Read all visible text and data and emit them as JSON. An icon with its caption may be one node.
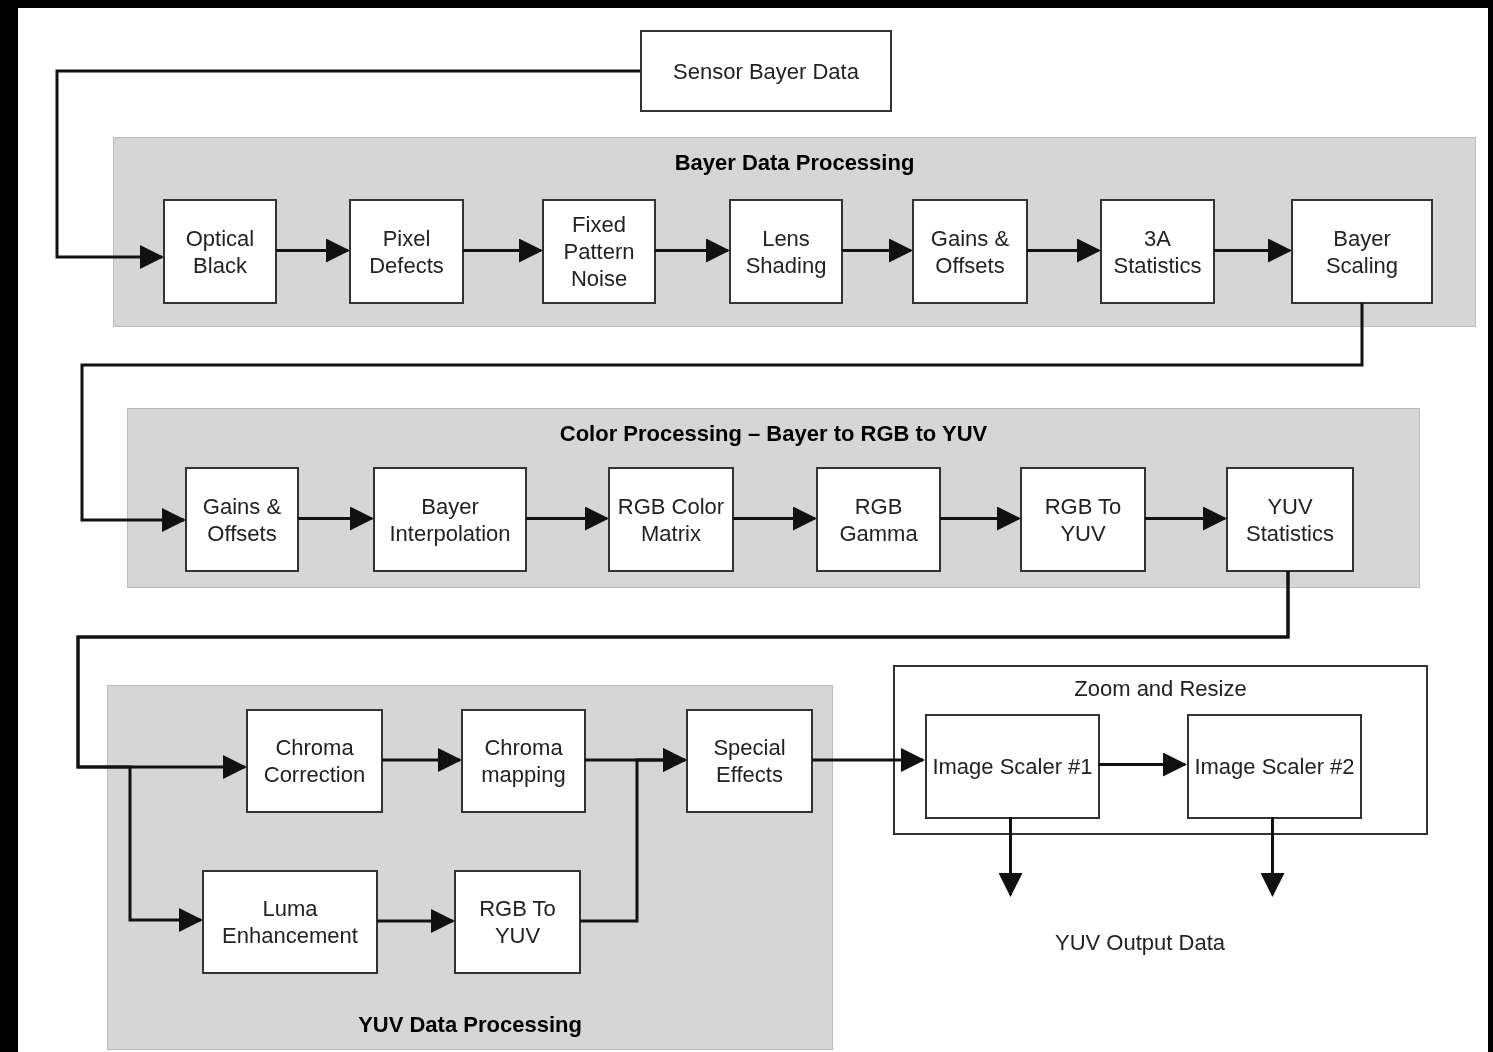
{
  "diagram": {
    "nodes": [
      {
        "text": [
          "Sensor Bayer Data"
        ]
      },
      {
        "text": [
          "Bayer Data Processing"
        ]
      },
      {
        "text": [
          "Optical Black"
        ],
        "in": 1
      },
      {
        "text": [
          "Pixel Defects"
        ],
        "in": 1
      },
      {
        "text": [
          "Fixed Pattern Noise"
        ],
        "in": 1
      },
      {
        "text": [
          "Lens Shading"
        ],
        "in": 1
      },
      {
        "text": [
          "Gains & Offsets"
        ],
        "in": 1
      },
      {
        "text": [
          "3A Statistics"
        ],
        "in": 1
      },
      {
        "text": [
          "Bayer Scaling"
        ],
        "in": 1
      },
      {
        "text": [
          "Color Processing – Bayer to RGB to YUV"
        ]
      },
      {
        "text": [
          "Gains & Offsets"
        ],
        "in": 9
      },
      {
        "text": [
          "Bayer Interpolation"
        ],
        "in": 9
      },
      {
        "text": [
          "RGB Color Matrix"
        ],
        "in": 9
      },
      {
        "text": [
          "RGB Gamma"
        ],
        "in": 9
      },
      {
        "text": [
          "RGB To YUV"
        ],
        "in": 9
      },
      {
        "text": [
          "YUV Statistics"
        ],
        "in": 9
      },
      {
        "text": [
          "YUV Data Processing"
        ]
      },
      {
        "text": [
          "Chroma Correction"
        ],
        "in": 16
      },
      {
        "text": [
          "Chroma mapping"
        ],
        "in": 16
      },
      {
        "text": [
          "Special Effects"
        ],
        "in": 16
      },
      {
        "text": [
          "Luma Enhancement"
        ],
        "in": 16
      },
      {
        "text": [
          "RGB To YUV"
        ],
        "in": 16
      },
      {
        "text": [
          "Zoom and Resize"
        ]
      },
      {
        "text": [
          "Image Scaler #1"
        ],
        "in": 22
      },
      {
        "text": [
          "Image Scaler #2"
        ],
        "in": 22
      },
      {
        "text": [
          "YUV Output Data"
        ]
      }
    ],
    "edges": [
      {
        "from": 0,
        "to": 2,
        "arrow": "to"
      },
      {
        "from": 2,
        "to": 3,
        "arrow": "to"
      },
      {
        "from": 3,
        "to": 4,
        "arrow": "to"
      },
      {
        "from": 4,
        "to": 5,
        "arrow": "to"
      },
      {
        "from": 5,
        "to": 6,
        "arrow": "to"
      },
      {
        "from": 6,
        "to": 7,
        "arrow": "to"
      },
      {
        "from": 7,
        "to": 8,
        "arrow": "to"
      },
      {
        "from": 8,
        "to": 10,
        "arrow": "to"
      },
      {
        "from": 10,
        "to": 11,
        "arrow": "to"
      },
      {
        "from": 11,
        "to": 12,
        "arrow": "to"
      },
      {
        "from": 12,
        "to": 13,
        "arrow": "to"
      },
      {
        "from": 13,
        "to": 14,
        "arrow": "to"
      },
      {
        "from": 14,
        "to": 15,
        "arrow": "to"
      },
      {
        "from": 15,
        "to": 17,
        "arrow": "to"
      },
      {
        "from": 15,
        "to": 20,
        "arrow": "to"
      },
      {
        "from": 17,
        "to": 18,
        "arrow": "to"
      },
      {
        "from": 18,
        "to": 19,
        "arrow": "to"
      },
      {
        "from": 21,
        "to": 19,
        "arrow": "to"
      },
      {
        "from": 19,
        "to": 23,
        "arrow": "to"
      },
      {
        "from": 23,
        "to": 24,
        "arrow": "to"
      },
      {
        "from": 20,
        "to": 21,
        "arrow": "to"
      },
      {
        "from": 23,
        "to": 25,
        "arrow": "to"
      },
      {
        "from": 24,
        "to": 25,
        "arrow": "to"
      }
    ]
  }
}
